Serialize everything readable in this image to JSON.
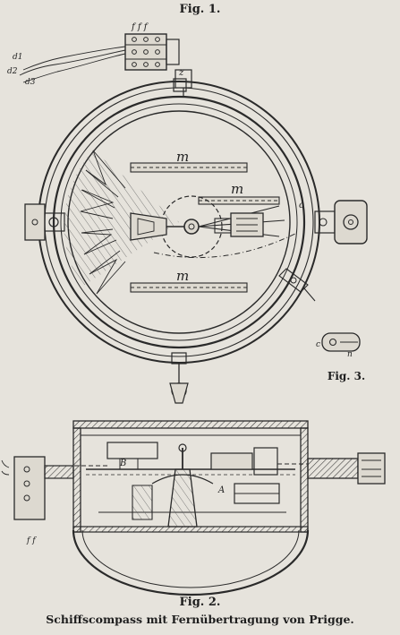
{
  "captions": {
    "fig1": "Fig. 1.",
    "fig2": "Fig. 2.",
    "fig3": "Fig. 3.",
    "main": "Schiffscompass mit Fernübertragung von Prigge."
  },
  "labels": {
    "top_wires": "f f f",
    "cable_d1": "d1",
    "cable_d2": "d2",
    "cable_d3": "d3",
    "magnet_top": "m",
    "magnet_mid": "m",
    "magnet_bottom": "m",
    "ring_z": "z",
    "contact_c": "c",
    "fig3_c": "c",
    "fig3_n": "n",
    "sec_a": "A",
    "sec_b": "B",
    "sec_ff": "f f"
  },
  "colors": {
    "paper": "#e6e3dc",
    "ink": "#2a2a2a"
  }
}
